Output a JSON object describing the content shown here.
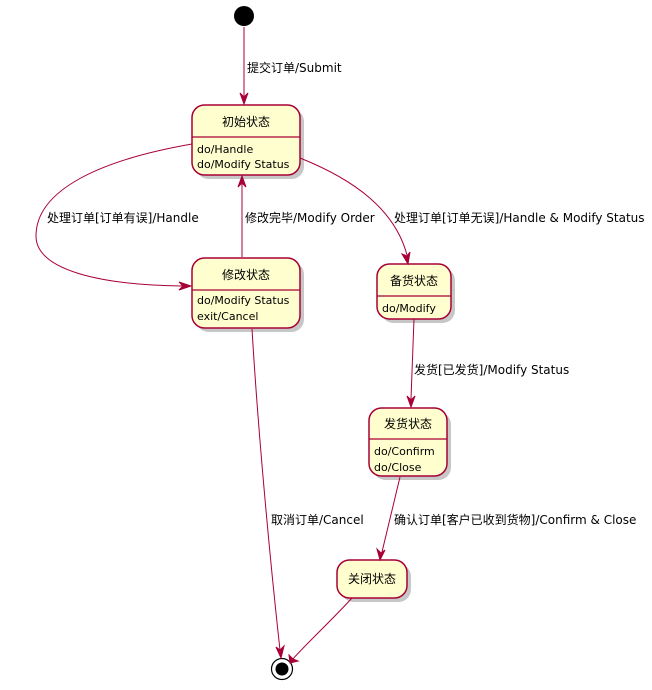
{
  "states": {
    "initial": {
      "title": "初始状态",
      "actions": [
        "do/Handle",
        "do/Modify Status"
      ]
    },
    "modify": {
      "title": "修改状态",
      "actions": [
        "do/Modify Status",
        "exit/Cancel"
      ]
    },
    "stock": {
      "title": "备货状态",
      "actions": [
        "do/Modify"
      ]
    },
    "ship": {
      "title": "发货状态",
      "actions": [
        "do/Confirm",
        "do/Close"
      ]
    },
    "close": {
      "title": "关闭状态"
    }
  },
  "transitions": {
    "submit": "提交订单/Submit",
    "error": "处理订单[订单有误]/Handle",
    "modify_done": "修改完毕/Modify Order",
    "ok": "处理订单[订单无误]/Handle & Modify Status",
    "shipped": "发货[已发货]/Modify Status",
    "cancel": "取消订单/Cancel",
    "confirm": "确认订单[客户已收到货物]/Confirm & Close"
  },
  "colors": {
    "state_fill": "#FEFECE",
    "state_border": "#A80036",
    "edge": "#A80036",
    "start": "#000000"
  }
}
